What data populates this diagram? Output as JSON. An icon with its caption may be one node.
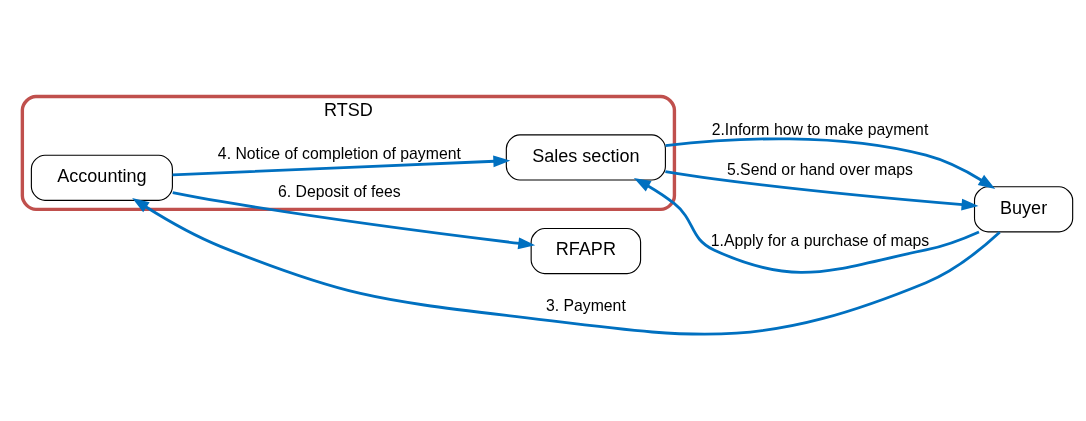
{
  "diagram": {
    "nodes": [
      {
        "text": [
          "RTSD"
        ]
      },
      {
        "text": [
          "RFAPR"
        ]
      },
      {
        "text": [
          "Accounting"
        ],
        "in": 0
      },
      {
        "text": [
          "Buyer"
        ]
      },
      {
        "text": [
          "Sales section"
        ],
        "in": 0
      }
    ],
    "edges": [
      {
        "from": 3,
        "to": 4,
        "arrow": "to",
        "label": "1.Apply for a purchase of maps"
      },
      {
        "from": 4,
        "to": 3,
        "arrow": "to",
        "label": "2.Inform how to make payment"
      },
      {
        "from": 3,
        "to": 2,
        "arrow": "to",
        "label": "3. Payment"
      },
      {
        "from": 2,
        "to": 4,
        "arrow": "to",
        "label": "4. Notice of completion of payment"
      },
      {
        "from": 4,
        "to": 3,
        "arrow": "to",
        "label": "5.Send or hand over maps"
      },
      {
        "from": 2,
        "to": 1,
        "arrow": "to",
        "label": "6. Deposit of fees"
      }
    ]
  }
}
